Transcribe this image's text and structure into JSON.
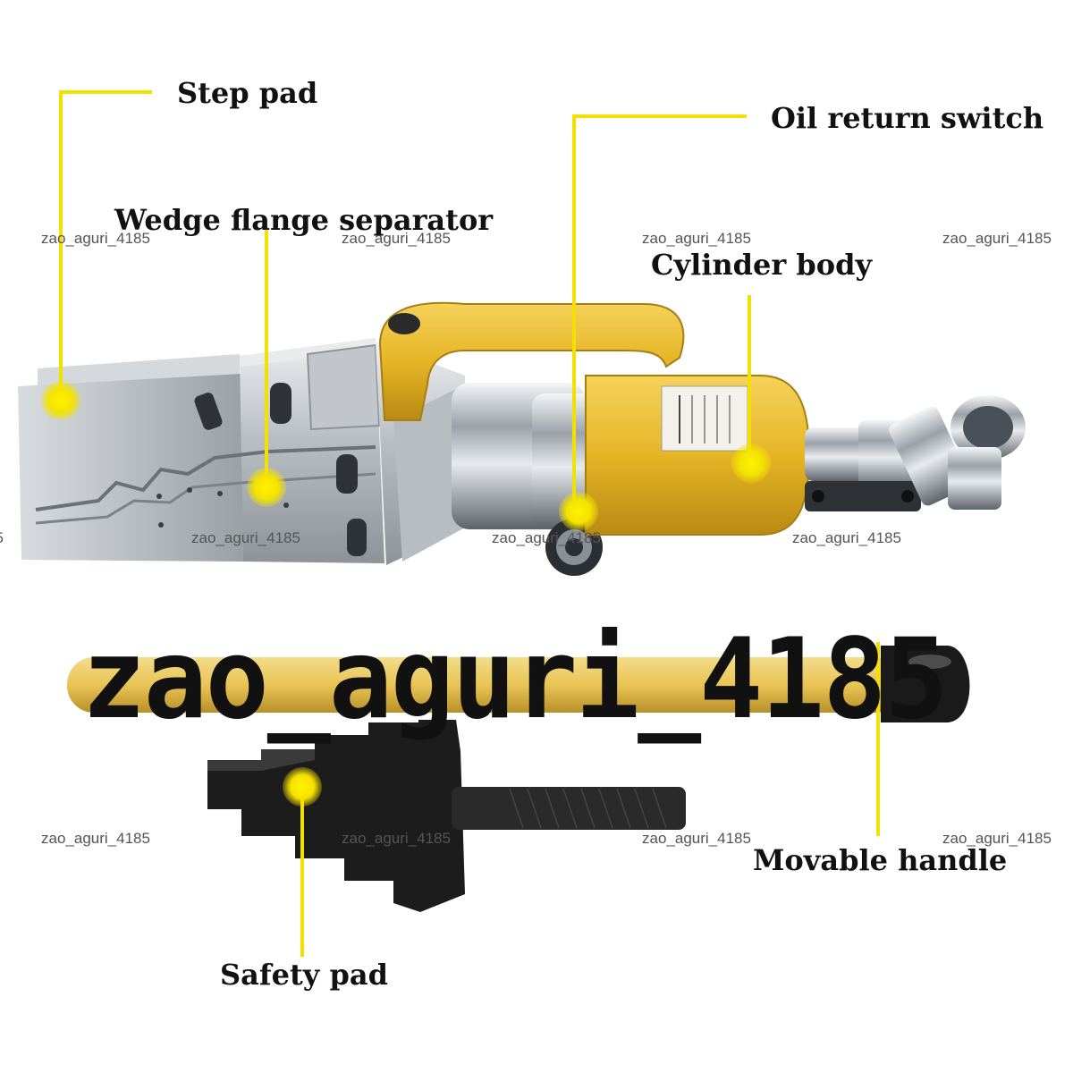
{
  "labels": {
    "step_pad": "Step pad",
    "wedge_flange_separator": "Wedge flange separator",
    "oil_return_switch": "Oil return switch",
    "cylinder_body": "Cylinder body",
    "movable_handle": "Movable handle",
    "safety_pad": "Safety pad"
  },
  "watermarks": {
    "small": "zao_aguri_4185",
    "large": "zao_aguri_4185"
  },
  "colors": {
    "callout": "#f2e000",
    "dot": "#f7e700",
    "tool_yellow": "#e8b827",
    "steel": "#c4c8cc",
    "black_part": "#1a1a1a"
  }
}
